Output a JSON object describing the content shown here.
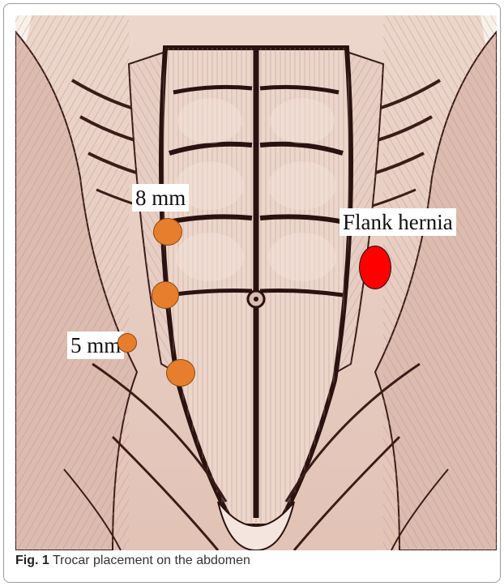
{
  "figure": {
    "labels": {
      "port_8mm": "8 mm",
      "port_5mm": "5 mm",
      "hernia": "Flank hernia"
    },
    "colors": {
      "trocar": "#e67e2e",
      "hernia": "#ff0000",
      "muscle": "#e8cdc2",
      "muscle_line": "#2a1210",
      "background": "#f6efe6"
    }
  },
  "caption": {
    "label": "Fig. 1",
    "text": " Trocar placement on the abdomen"
  }
}
